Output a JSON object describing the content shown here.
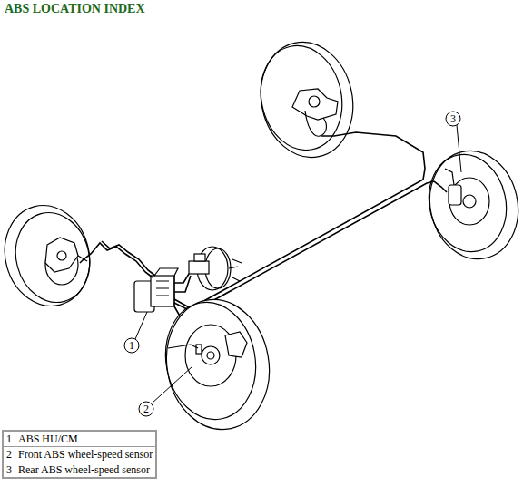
{
  "diagram": {
    "title": "ABS LOCATION INDEX",
    "nodes": [
      {
        "text": [
          "1"
        ]
      },
      {
        "text": [
          "2"
        ]
      },
      {
        "text": [
          "3"
        ]
      }
    ],
    "labels": [
      "1",
      "ABS HU/CM",
      "2",
      "Front ABS wheel-speed sensor",
      "3",
      "Rear ABS wheel-speed sensor"
    ]
  }
}
